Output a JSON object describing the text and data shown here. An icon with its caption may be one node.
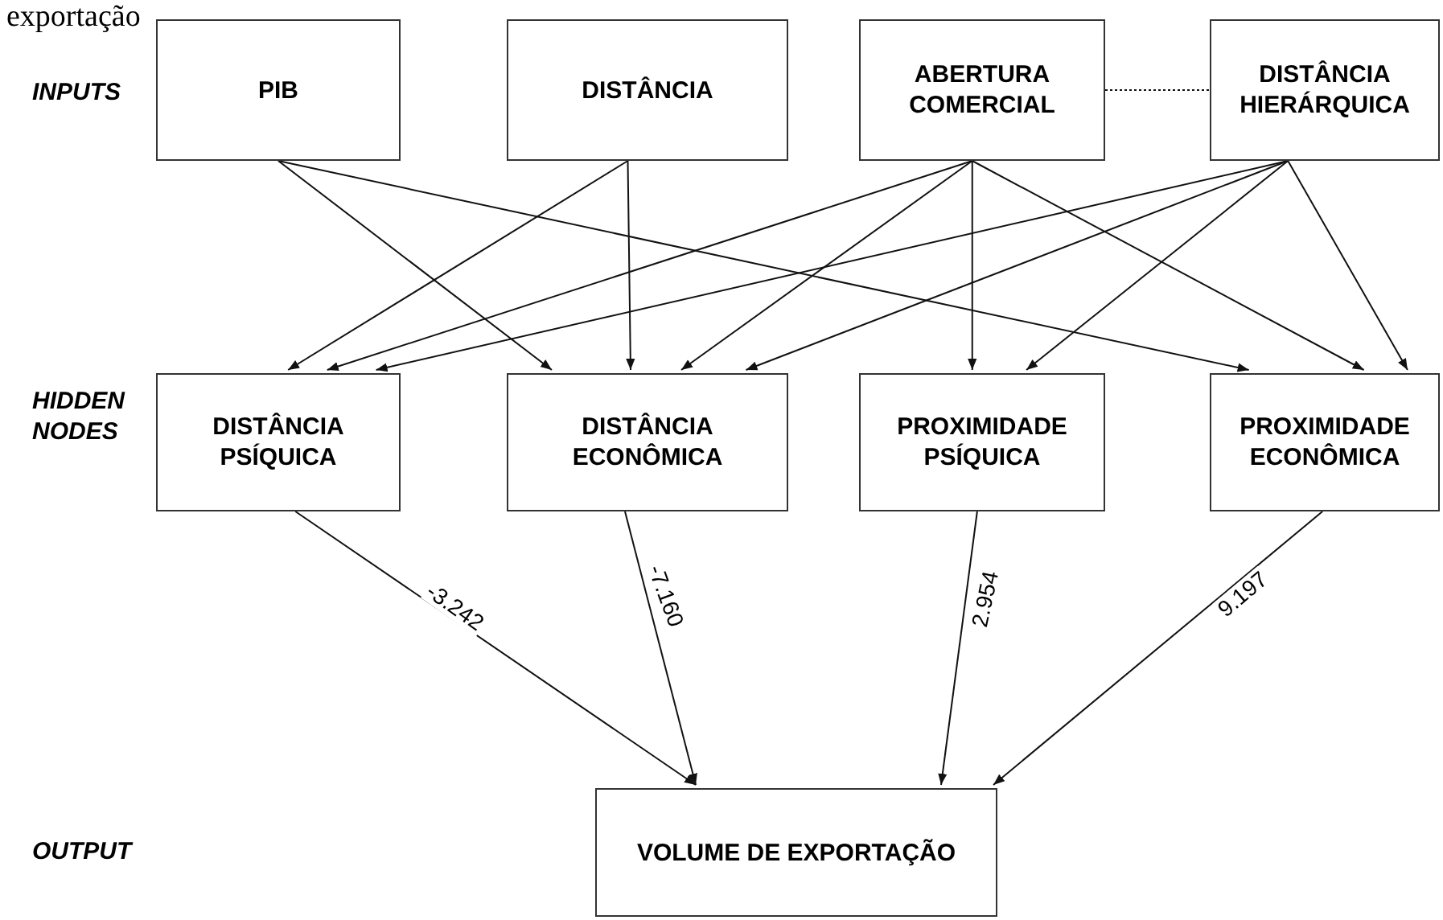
{
  "diagram": {
    "nodes": [
      {
        "text": [
          "PIB"
        ]
      },
      {
        "text": [
          "DISTÂNCIA"
        ]
      },
      {
        "text": [
          "ABERTURA COMERCIAL"
        ]
      },
      {
        "text": [
          "DISTÂNCIA HIERÁRQUICA"
        ]
      },
      {
        "text": [
          "DISTÂNCIA PSÍQUICA"
        ]
      },
      {
        "text": [
          "DISTÂNCIA ECONÔMICA"
        ]
      },
      {
        "text": [
          "PROXIMIDADE PSÍQUICA"
        ]
      },
      {
        "text": [
          "PROXIMIDADE ECONÔMICA"
        ]
      },
      {
        "text": [
          "VOLUME DE EXPORTAÇÃO"
        ]
      }
    ],
    "edges": [
      {
        "from": 2,
        "to": 3,
        "arrow": "none",
        "style": "dashed"
      },
      {
        "from": 0,
        "to": 5,
        "arrow": "to"
      },
      {
        "from": 0,
        "to": 7,
        "arrow": "to"
      },
      {
        "from": 1,
        "to": 4,
        "arrow": "to"
      },
      {
        "from": 1,
        "to": 5,
        "arrow": "to"
      },
      {
        "from": 2,
        "to": 4,
        "arrow": "to"
      },
      {
        "from": 2,
        "to": 5,
        "arrow": "to"
      },
      {
        "from": 2,
        "to": 6,
        "arrow": "to"
      },
      {
        "from": 2,
        "to": 7,
        "arrow": "to"
      },
      {
        "from": 3,
        "to": 4,
        "arrow": "to"
      },
      {
        "from": 3,
        "to": 5,
        "arrow": "to"
      },
      {
        "from": 3,
        "to": 6,
        "arrow": "to"
      },
      {
        "from": 3,
        "to": 7,
        "arrow": "to"
      },
      {
        "from": 4,
        "to": 8,
        "arrow": "to",
        "label": "-3.242"
      },
      {
        "from": 5,
        "to": 8,
        "arrow": "to",
        "label": "-7.160"
      },
      {
        "from": 6,
        "to": 8,
        "arrow": "to",
        "label": "2.954"
      },
      {
        "from": 7,
        "to": 8,
        "arrow": "to",
        "label": "9.197"
      }
    ],
    "labels": [
      "exportação",
      "INPUTS",
      "HIDDEN NODES",
      "OUTPUT"
    ]
  }
}
